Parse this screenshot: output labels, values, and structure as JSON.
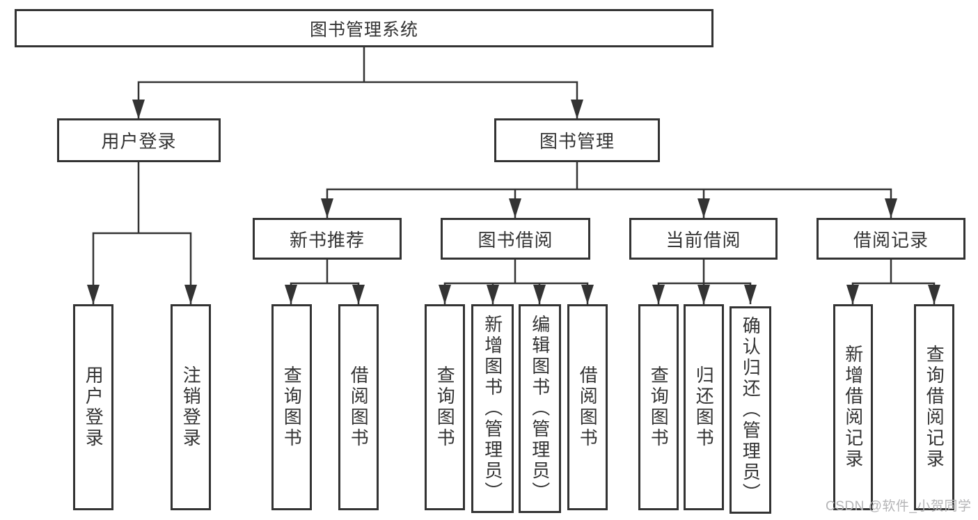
{
  "tree": {
    "root": "图书管理系统",
    "user_login": {
      "label": "用户登录",
      "children": [
        "用户登录",
        "注销登录"
      ]
    },
    "book_mgmt": {
      "label": "图书管理",
      "sections": [
        {
          "label": "新书推荐",
          "children": [
            "查询图书",
            "借阅图书"
          ]
        },
        {
          "label": "图书借阅",
          "children": [
            "查询图书",
            "新增图书（管理员）",
            "编辑图书（管理员）",
            "借阅图书"
          ]
        },
        {
          "label": "当前借阅",
          "children": [
            "查询图书",
            "归还图书",
            "确认归还（管理员）"
          ]
        },
        {
          "label": "借阅记录",
          "children": [
            "新增借阅记录",
            "查询借阅记录"
          ]
        }
      ]
    }
  },
  "watermark": {
    "text": "CSDN @软件_小贺同学"
  },
  "colors": {
    "line": "#333333",
    "text": "#333333",
    "box_bg": "#ffffff",
    "background": "#ffffff",
    "watermark": "#b4b4b6"
  }
}
